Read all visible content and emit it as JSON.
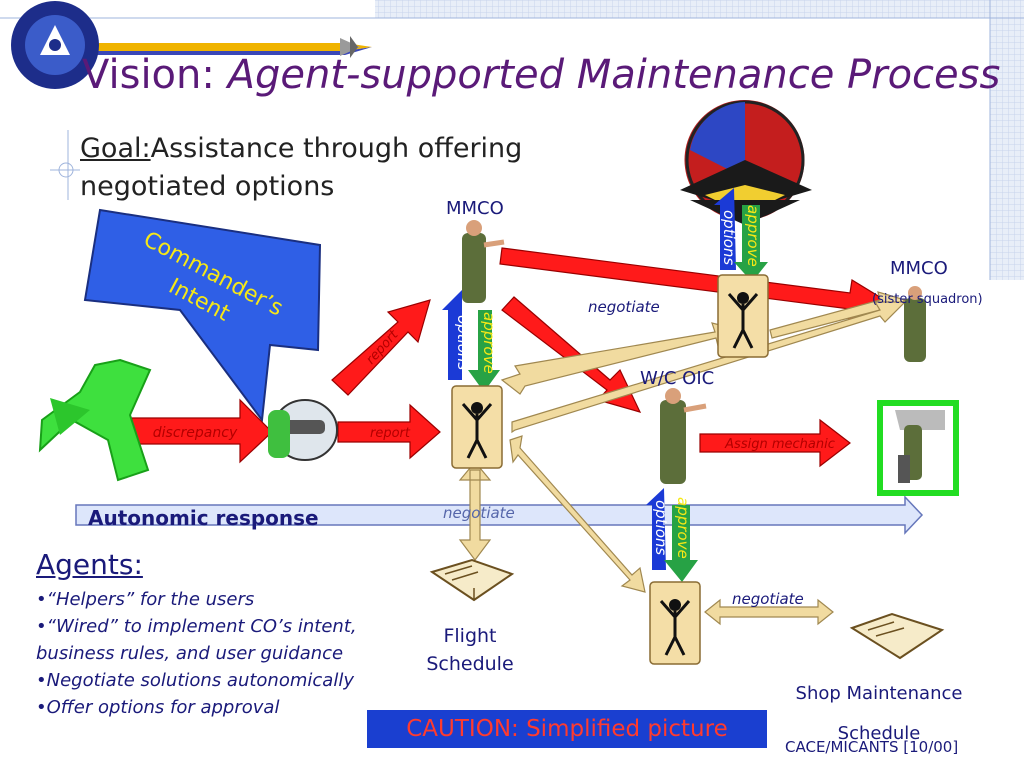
{
  "title": {
    "prefix": "Vision: ",
    "emphasis": "Agent-supported Maintenance Process"
  },
  "goal": {
    "label": "Goal:",
    "text": "Assistance through offering negotiated options"
  },
  "diagram": {
    "mmco": "MMCO",
    "sister_squadron": "(sister squadron)",
    "woc": "W/C OIC",
    "negotiate": "negotiate",
    "approve": "approve",
    "options": "options",
    "commanders_intent": "Commander’s",
    "intent": "Intent",
    "discrepancy": "discrepancy",
    "report": "report",
    "assign_mechanic": "Assign mechanic",
    "autonomic_response": "Autonomic response",
    "flight_schedule": [
      "Flight",
      "Schedule"
    ],
    "shop_schedule": [
      "Shop Maintenance",
      "Schedule"
    ]
  },
  "agents": {
    "heading": "Agents:",
    "items": [
      "“Helpers” for the users",
      "“Wired” to implement CO’s intent, business rules, and user guidance",
      "Negotiate solutions autonomically",
      "Offer options for approval"
    ]
  },
  "caution": "CAUTION: Simplified picture",
  "footer": "CACE/MICANTS [10/00]",
  "colors": {
    "title": "#5a1a78",
    "text": "#1a1a7a",
    "red_arrow": "#ff1a1a",
    "tan_arrow": "#f1dba0",
    "approve": "#27a245",
    "options": "#1b3ad6",
    "caution_bg": "#1a3fd0",
    "caution_text": "#ff3b2e",
    "highlight_frame": "#22dd22"
  }
}
